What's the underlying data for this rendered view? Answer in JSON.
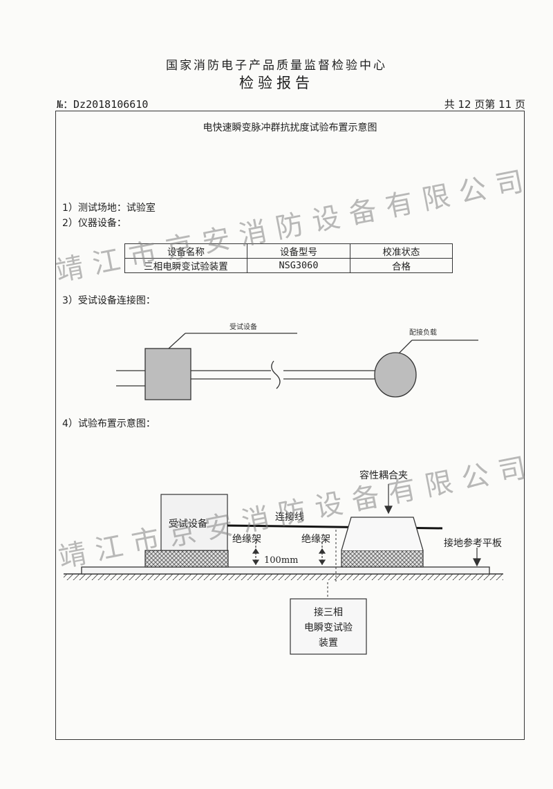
{
  "header": {
    "org": "国家消防电子产品质量监督检验中心",
    "title": "检验报告",
    "report_no": "№：Dz2018106610",
    "page_info": "共 12 页第 11 页"
  },
  "section_title": "电快速瞬变脉冲群抗扰度试验布置示意图",
  "items": {
    "site": "1）测试场地：试验室",
    "equipment": "2）仪器设备：",
    "connection": "3）受试设备连接图：",
    "layout": "4）试验布置示意图："
  },
  "equipment_table": {
    "headers": [
      "设备名称",
      "设备型号",
      "校准状态"
    ],
    "rows": [
      [
        "三相电瞬变试验装置",
        "NSG3060",
        "合格"
      ]
    ]
  },
  "connection_diagram": {
    "eut_label": "受试设备",
    "load_label": "配接负载"
  },
  "layout_diagram": {
    "eut": "受试设备",
    "cable": "连接线",
    "insulation_left": "绝缘架",
    "insulation_right": "绝缘架",
    "clamp": "容性耦合夹",
    "ground_plane": "接地参考平板",
    "distance": "100mm",
    "generator_lines": [
      "接三相",
      "电瞬变试验",
      "装置"
    ]
  },
  "watermark": "靖江市京安消防设备有限公司"
}
